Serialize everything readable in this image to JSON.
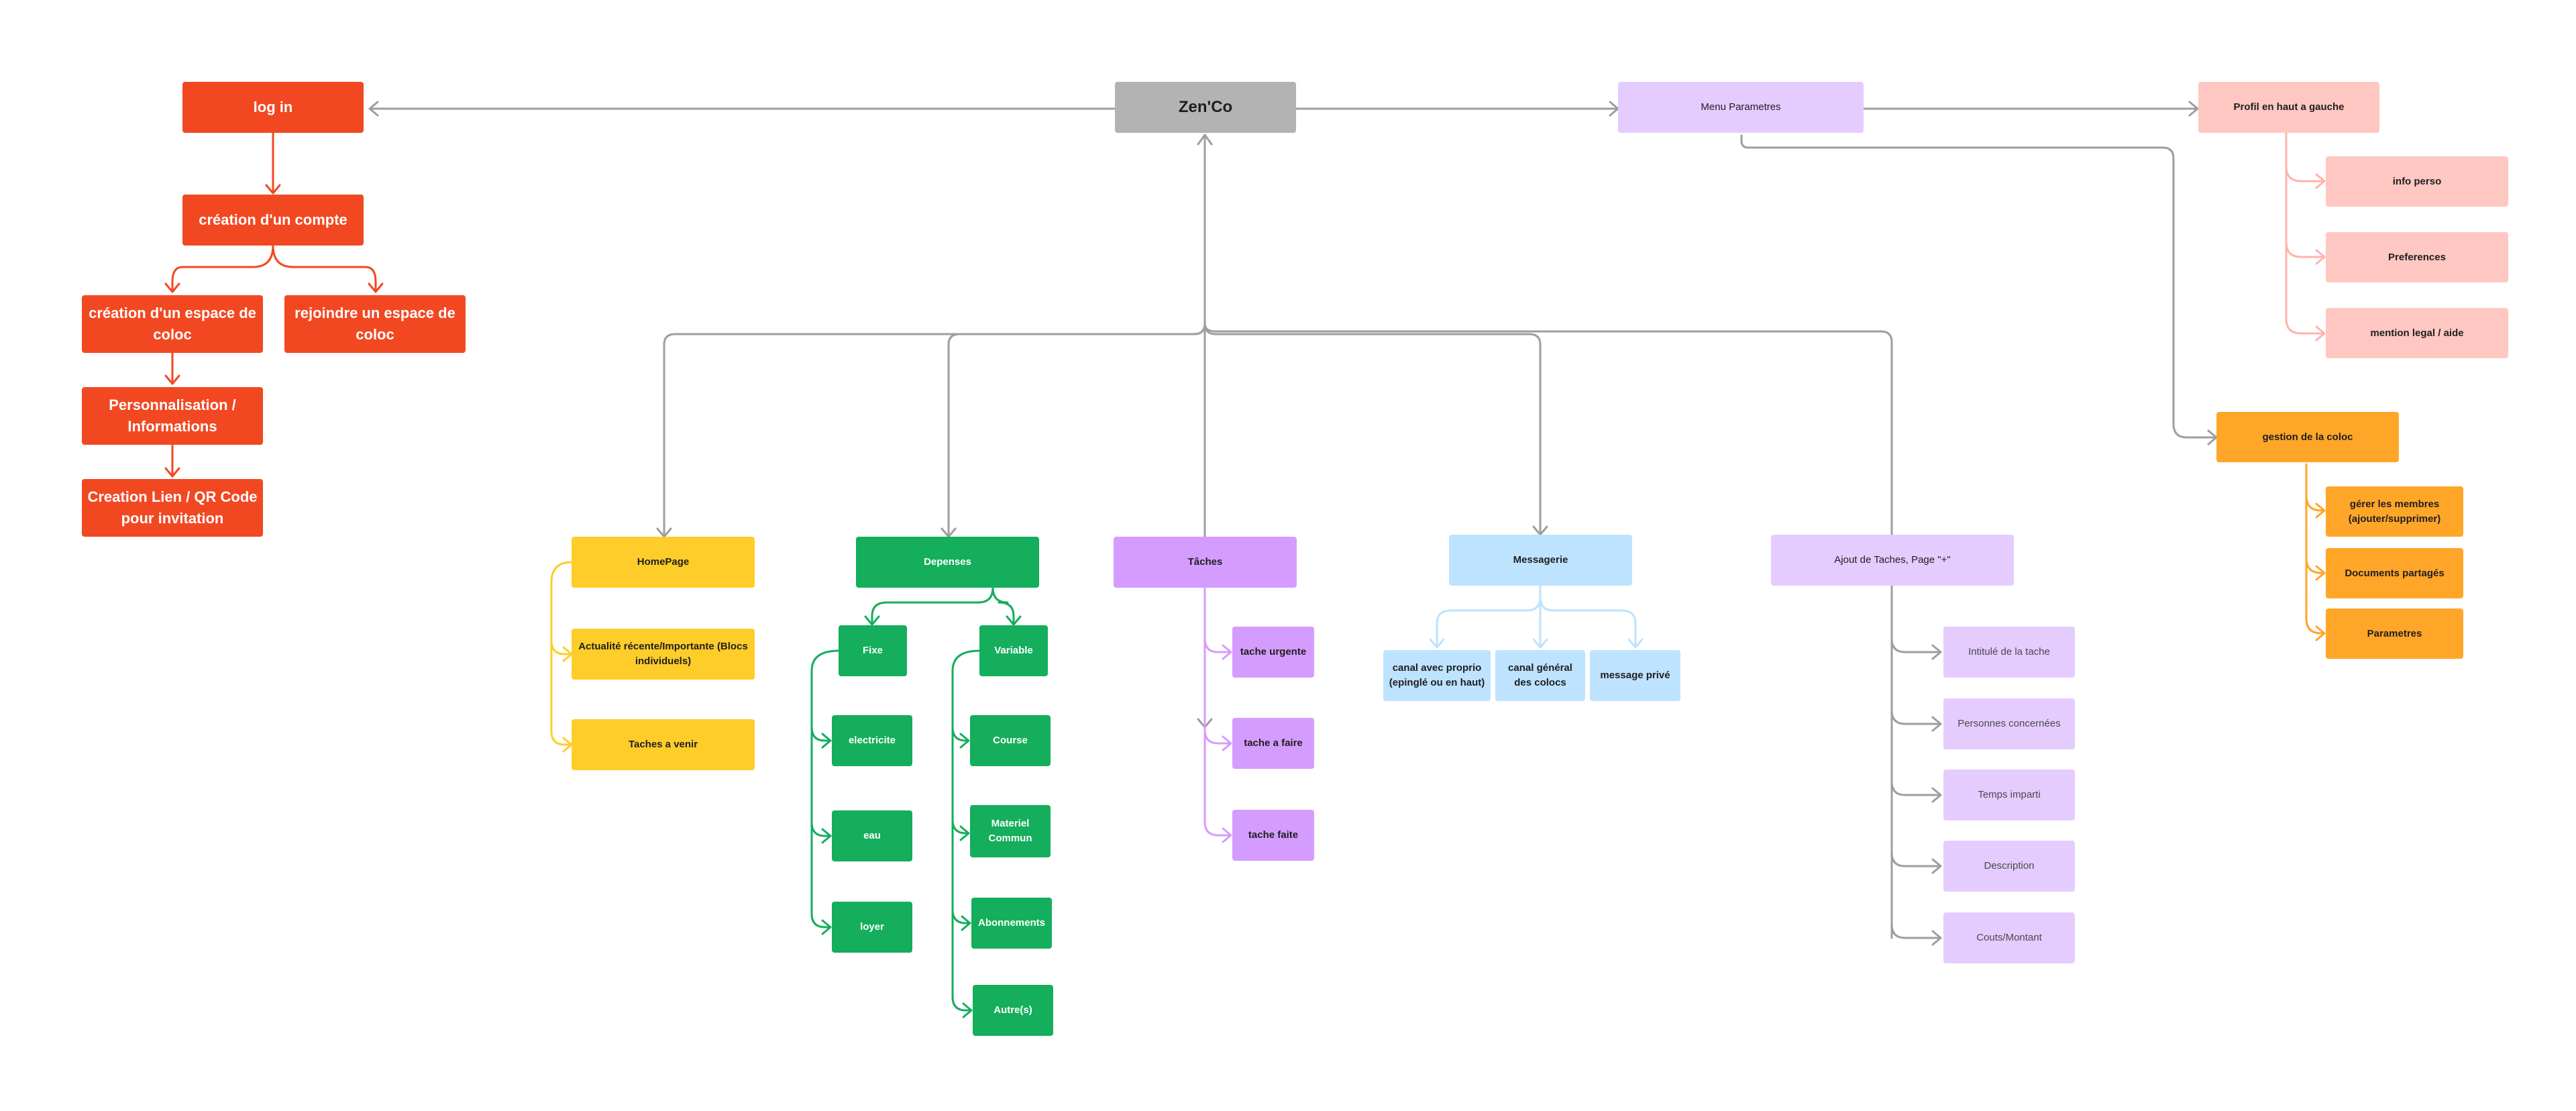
{
  "nodes": {
    "root": "Zen'Co",
    "login": "log in",
    "create_account": "création d'un compte",
    "create_space": "création d'un espace de coloc",
    "join_space": "rejoindre un espace de coloc",
    "personalisation": "Personnalisation / Informations",
    "invite_link": "Creation Lien / QR Code pour invitation",
    "menu_params": "Menu Parametres",
    "profile": "Profil en haut a gauche",
    "info_perso": "info perso",
    "preferences": "Preferences",
    "mention_legal": "mention legal / aide",
    "gestion_coloc": "gestion de la coloc",
    "gerer_membres": "gérer les membres (ajouter/supprimer)",
    "documents": "Documents partagés",
    "parametres": "Parametres",
    "homepage": "HomePage",
    "actualite": "Actualité récente/Importante (Blocs individuels)",
    "taches_venir": "Taches a venir",
    "depenses": "Depenses",
    "fixe": "Fixe",
    "variable": "Variable",
    "electricite": "electricite",
    "eau": "eau",
    "loyer": "loyer",
    "course": "Course",
    "materiel": "Materiel Commun",
    "abonnements": "Abonnements",
    "autres": "Autre(s)",
    "taches": "Tâches",
    "tache_urgente": "tache urgente",
    "tache_a_faire": "tache a faire",
    "tache_faite": "tache faite",
    "messagerie": "Messagerie",
    "canal_proprio": "canal avec proprio (epinglé ou en haut)",
    "canal_general": "canal général des colocs",
    "message_prive": "message privé",
    "ajout_taches": "Ajout de Taches, Page \"+\"",
    "intitule": "Intitulé de la tache",
    "personnes": "Personnes concernées",
    "temps": "Temps imparti",
    "description": "Description",
    "couts": "Couts/Montant"
  },
  "colors": {
    "red": "#f24822",
    "grey": "#b3b3b3",
    "lavender": "#e4ccff",
    "pink": "#ffc7c2",
    "orange": "#ffa629",
    "yellow": "#ffcd29",
    "green": "#14ae5c",
    "purple": "#d59cff",
    "blue": "#bde3ff",
    "connector_grey": "#9e9e9e"
  }
}
